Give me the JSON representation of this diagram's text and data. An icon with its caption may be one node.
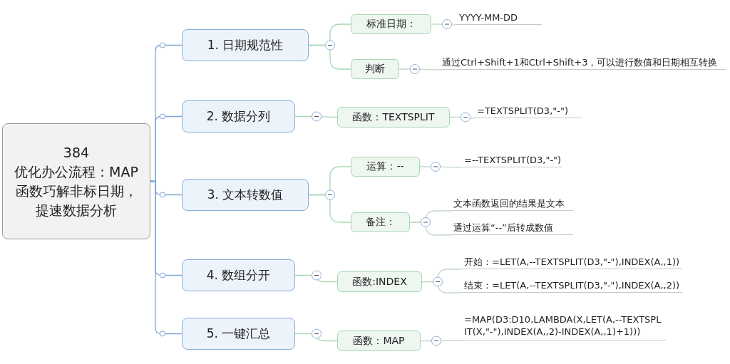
{
  "diagram": {
    "nodes": [
      {
        "text": [
          "384",
          "优化办公流程：MAP函数巧解非标日期，提速数据分析"
        ]
      },
      {
        "text": [
          "1. 日期规范性"
        ]
      },
      {
        "text": [
          "标准日期："
        ]
      },
      {
        "text": [
          "YYYY-MM-DD"
        ]
      },
      {
        "text": [
          "判断"
        ]
      },
      {
        "text": [
          "通过Ctrl+Shift+1和Ctrl+Shift+3，可以进行数值和日期相互转换"
        ]
      },
      {
        "text": [
          "2. 数据分列"
        ]
      },
      {
        "text": [
          "函数：TEXTSPLIT"
        ]
      },
      {
        "text": [
          "=TEXTSPLIT(D3,\"-\")"
        ]
      },
      {
        "text": [
          "3. 文本转数值"
        ]
      },
      {
        "text": [
          "运算：--"
        ]
      },
      {
        "text": [
          "=--TEXTSPLIT(D3,\"-\")"
        ]
      },
      {
        "text": [
          "备注："
        ]
      },
      {
        "text": [
          "文本函数返回的结果是文本"
        ]
      },
      {
        "text": [
          "通过运算“--”后转成数值"
        ]
      },
      {
        "text": [
          "4. 数组分开"
        ]
      },
      {
        "text": [
          "函数:INDEX"
        ]
      },
      {
        "text": [
          "开始：=LET(A,--TEXTSPLIT(D3,\"-\"),INDEX(A,,1))"
        ]
      },
      {
        "text": [
          "结束：=LET(A,--TEXTSPLIT(D3,\"-\"),INDEX(A,,2))"
        ]
      },
      {
        "text": [
          "5. 一键汇总"
        ]
      },
      {
        "text": [
          "函数：MAP"
        ]
      },
      {
        "text": [
          "=MAP(D3:D10,LAMBDA(X,LET(A,--TEXTSPLIT(X,\"-\"),INDEX(A,,2)-INDEX(A,,1)+1)))"
        ]
      }
    ],
    "edges": [
      {
        "from": 0,
        "to": 1,
        "arrow": "none",
        "color": "#7ea6d8"
      },
      {
        "from": 0,
        "to": 6,
        "arrow": "none",
        "color": "#7ea6d8"
      },
      {
        "from": 0,
        "to": 9,
        "arrow": "none",
        "color": "#7ea6d8"
      },
      {
        "from": 0,
        "to": 15,
        "arrow": "none",
        "color": "#7ea6d8"
      },
      {
        "from": 0,
        "to": 19,
        "arrow": "none",
        "color": "#7ea6d8"
      },
      {
        "from": 1,
        "to": 2,
        "arrow": "none"
      },
      {
        "from": 1,
        "to": 4,
        "arrow": "none"
      },
      {
        "from": 2,
        "to": 3,
        "arrow": "none"
      },
      {
        "from": 4,
        "to": 5,
        "arrow": "none"
      },
      {
        "from": 6,
        "to": 7,
        "arrow": "none"
      },
      {
        "from": 7,
        "to": 8,
        "arrow": "none"
      },
      {
        "from": 9,
        "to": 10,
        "arrow": "none"
      },
      {
        "from": 9,
        "to": 12,
        "arrow": "none"
      },
      {
        "from": 10,
        "to": 11,
        "arrow": "none"
      },
      {
        "from": 12,
        "to": 13,
        "arrow": "none"
      },
      {
        "from": 12,
        "to": 14,
        "arrow": "none"
      },
      {
        "from": 15,
        "to": 16,
        "arrow": "none"
      },
      {
        "from": 16,
        "to": 17,
        "arrow": "none"
      },
      {
        "from": 16,
        "to": 18,
        "arrow": "none"
      },
      {
        "from": 19,
        "to": 20,
        "arrow": "none"
      },
      {
        "from": 20,
        "to": 21,
        "arrow": "none"
      }
    ]
  }
}
